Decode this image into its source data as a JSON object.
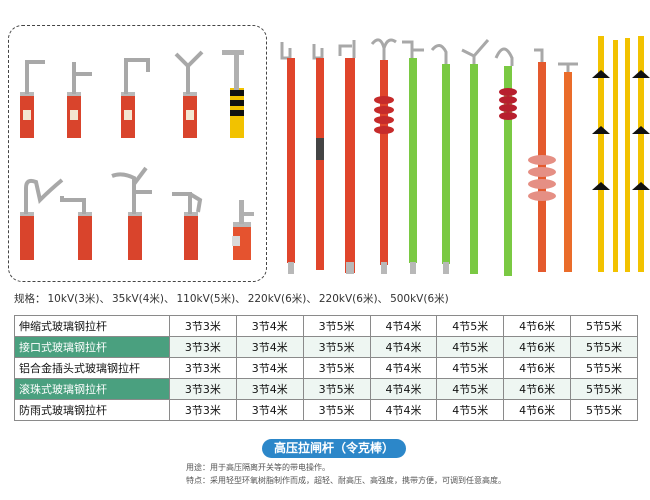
{
  "spec": {
    "label": "规格：",
    "items": [
      "10kV(3米)、",
      "35kV(4米)、",
      "110kV(5米)、",
      "220kV(6米)、",
      "220kV(6米)、",
      "500kV(6米)"
    ]
  },
  "table": {
    "rows": [
      {
        "name": "伸缩式玻璃钢拉杆",
        "values": [
          "3节3米",
          "3节4米",
          "3节5米",
          "4节4米",
          "4节5米",
          "4节6米",
          "5节5米"
        ]
      },
      {
        "name": "接口式玻璃钢拉杆",
        "values": [
          "3节3米",
          "3节4米",
          "3节5米",
          "4节4米",
          "4节5米",
          "4节6米",
          "5节5米"
        ]
      },
      {
        "name": "铝合金插头式玻璃钢拉杆",
        "values": [
          "3节3米",
          "3节4米",
          "3节5米",
          "4节4米",
          "4节5米",
          "4节6米",
          "5节5米"
        ]
      },
      {
        "name": "滚珠式玻璃钢拉杆",
        "values": [
          "3节3米",
          "3节4米",
          "3节5米",
          "4节4米",
          "4节5米",
          "4节6米",
          "5节5米"
        ]
      },
      {
        "name": "防雨式玻璃钢拉杆",
        "values": [
          "3节3米",
          "3节4米",
          "3节5米",
          "4节4米",
          "4节5米",
          "4节6米",
          "5节5米"
        ]
      }
    ]
  },
  "banner": {
    "title": "高压拉闸杆（令克棒）"
  },
  "notes": {
    "usage": "用途：用于高压隔离开关等的带电操作。",
    "features": "特点：采用轻型环氧树脂制作而成，超轻、耐高压、高强度，携带方便，可调到任意高度。"
  },
  "colors": {
    "red": "#e0452b",
    "green": "#7ac943",
    "yellow": "#f2c200",
    "table_accent": "#4aa07f",
    "banner": "#2c87c9"
  }
}
